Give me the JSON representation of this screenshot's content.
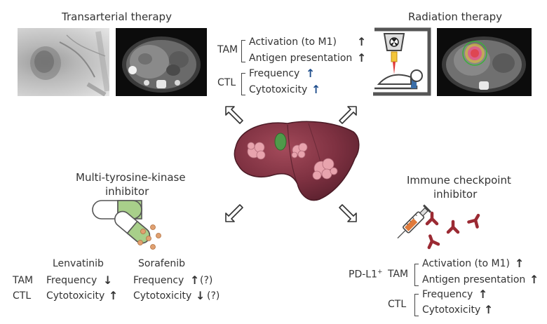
{
  "transarterial": {
    "title": "Transarterial therapy"
  },
  "radiation": {
    "title": "Radiation therapy"
  },
  "top_effects": {
    "tam_label": "TAM",
    "tam_items": [
      "Activation (to M1)",
      "Antigen presentation"
    ],
    "ctl_label": "CTL",
    "ctl_items": [
      "Frequency",
      "Cytotoxicity"
    ],
    "arrow_up": "↑"
  },
  "mtki": {
    "title_line1": "Multi-tyrosine-kinase",
    "title_line2": "inhibitor",
    "col1": "Lenvatinib",
    "col2": "Sorafenib",
    "row1_label": "TAM",
    "row2_label": "CTL",
    "row1_col1": "Frequency",
    "row1_col1_arrow": "↓",
    "row2_col1": "Cytotoxicity",
    "row2_col1_arrow": "↑",
    "row1_col2": "Frequency",
    "row1_col2_arrow": "↑",
    "row1_col2_note": "(?)",
    "row2_col2": "Cytotoxicity",
    "row2_col2_arrow": "↓",
    "row2_col2_note": "(?)"
  },
  "ici": {
    "title_line1": "Immune checkpoint",
    "title_line2": "inhibitor",
    "pdl1_label": "PD-L1",
    "pdl1_sup": "+",
    "tam_label": "TAM",
    "tam_items": [
      "Activation (to M1)",
      "Antigen presentation"
    ],
    "ctl_label": "CTL",
    "ctl_items": [
      "Frequency",
      "Cytotoxicity"
    ],
    "arrow_up": "↑"
  },
  "colors": {
    "liver": "#7a2f3c",
    "liver_light": "#9a4452",
    "tumor": "#e8a3ad",
    "gallbladder": "#4f9a4a",
    "capsule_green": "#a8cf8a",
    "pill_dot": "#e0a070",
    "antibody": "#9b2a33",
    "syringe_fill": "#e07a3a",
    "ct_dark": "#101010"
  }
}
